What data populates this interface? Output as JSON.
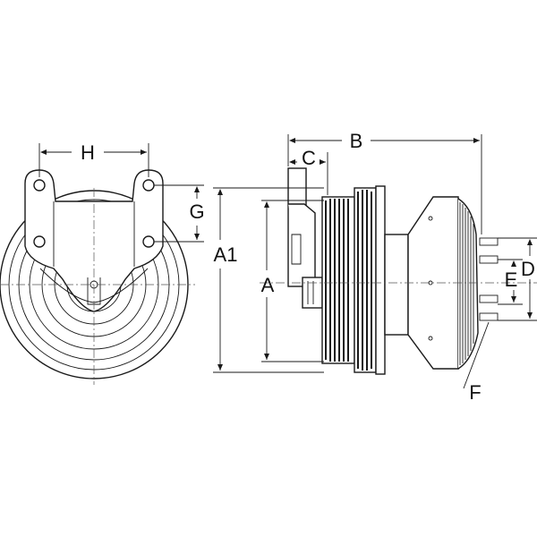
{
  "labels": {
    "H": "H",
    "G": "G",
    "C": "C",
    "B": "B",
    "A1": "A1",
    "A": "A",
    "D": "D",
    "E": "E",
    "F": "F"
  }
}
